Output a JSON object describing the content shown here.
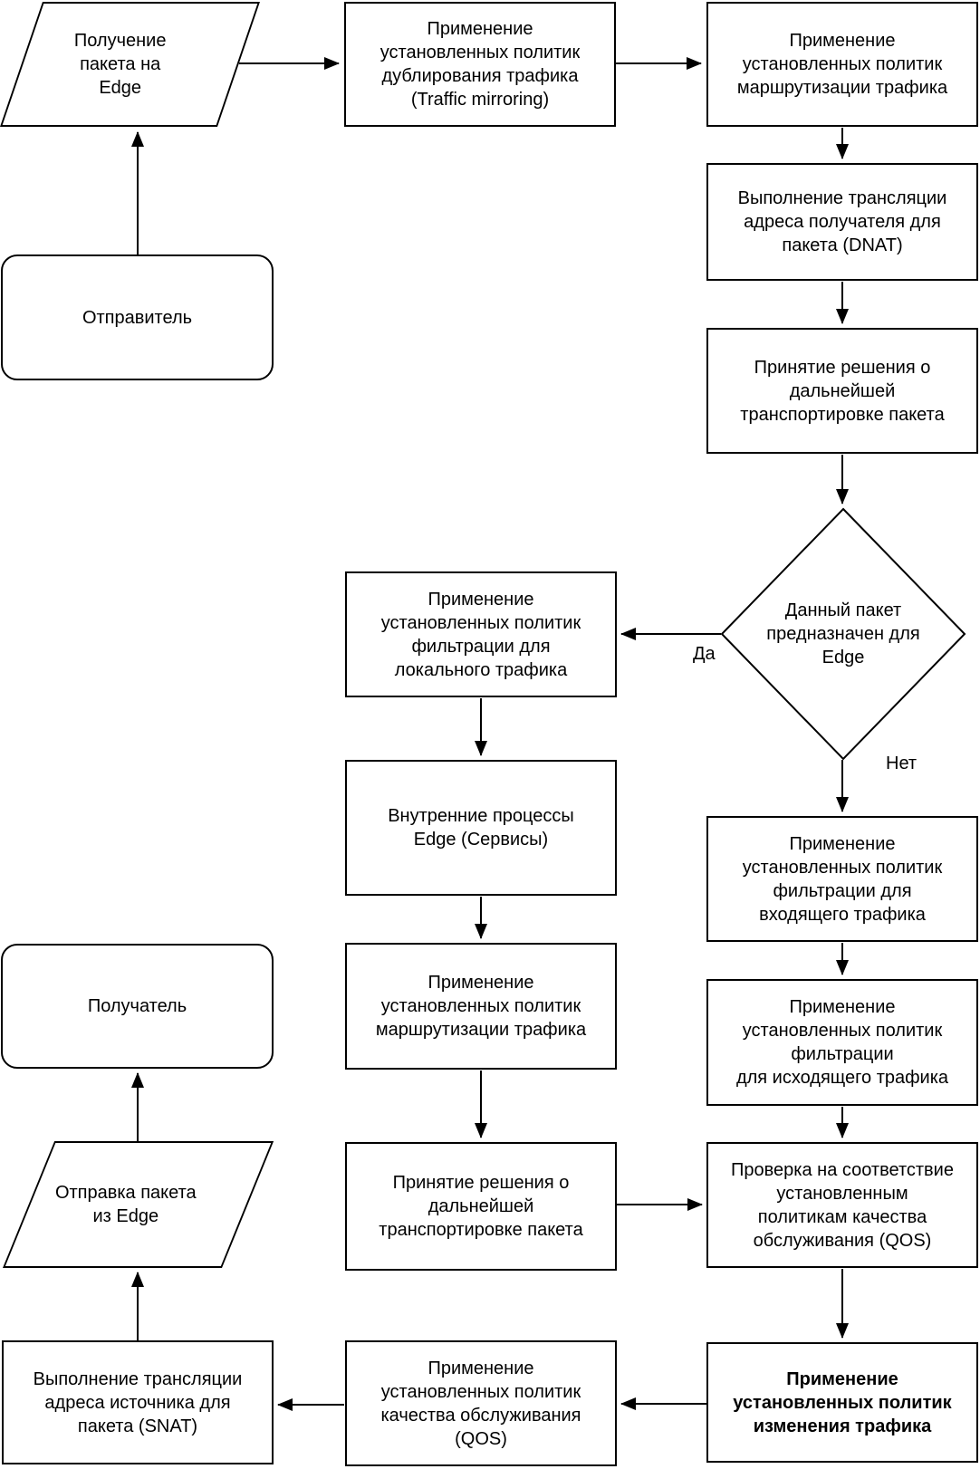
{
  "diagram": {
    "title": "Edge packet processing flowchart",
    "colors": {
      "stroke": "#000000",
      "background": "#ffffff",
      "text": "#000000"
    },
    "nodes": {
      "sender": {
        "shape": "rounded",
        "label": "Отправитель"
      },
      "receive_packet": {
        "shape": "parallelogram",
        "label": "Получение\nпакета на\nEdge"
      },
      "traffic_mirroring": {
        "shape": "rect",
        "label": "Применение\nустановленных политик\nдублирования трафика\n(Traffic mirroring)"
      },
      "routing_top": {
        "shape": "rect",
        "label": "Применение\nустановленных политик\nмаршрутизации трафика"
      },
      "dnat": {
        "shape": "rect",
        "label": "Выполнение трансляции\nадреса получателя для\nпакета (DNAT)"
      },
      "transport_decision_right": {
        "shape": "rect",
        "label": "Принятие решения о\nдальнейшей\nтранспортировке пакета"
      },
      "packet_for_edge": {
        "shape": "diamond",
        "label": "Данный пакет\nпредназначен для\nEdge"
      },
      "local_filtering": {
        "shape": "rect",
        "label": "Применение\nустановленных политик\nфильтрации для\nлокального трафика"
      },
      "edge_services": {
        "shape": "rect",
        "label": "Внутренние процессы\nEdge (Сервисы)"
      },
      "routing_middle": {
        "shape": "rect",
        "label": "Применение\nустановленных политик\nмаршрутизации трафика"
      },
      "transport_decision_middle": {
        "shape": "rect",
        "label": "Принятие решения о\nдальнейшей\nтранспортировке пакета"
      },
      "ingress_filtering": {
        "shape": "rect",
        "label": "Применение\nустановленных политик\nфильтрации для\nвходящего трафика"
      },
      "egress_filtering": {
        "shape": "rect",
        "label": "Применение\nустановленных политик\nфильтрации\nдля исходящего трафика"
      },
      "qos_check": {
        "shape": "rect",
        "label": "Проверка на соответствие\nустановленным\nполитикам качества\nобслуживания (QOS)"
      },
      "traffic_change": {
        "shape": "rect-bold",
        "label": "Применение\nустановленных политик\nизменения трафика"
      },
      "qos_apply": {
        "shape": "rect",
        "label": "Применение\nустановленных политик\nкачества обслуживания\n(QOS)"
      },
      "snat": {
        "shape": "rect",
        "label": "Выполнение трансляции\nадреса источника для\nпакета (SNAT)"
      },
      "send_packet": {
        "shape": "parallelogram",
        "label": "Отправка пакета\nиз Edge"
      },
      "receiver": {
        "shape": "rounded",
        "label": "Получатель"
      }
    },
    "edge_labels": {
      "yes": "Да",
      "no": "Нет"
    }
  }
}
